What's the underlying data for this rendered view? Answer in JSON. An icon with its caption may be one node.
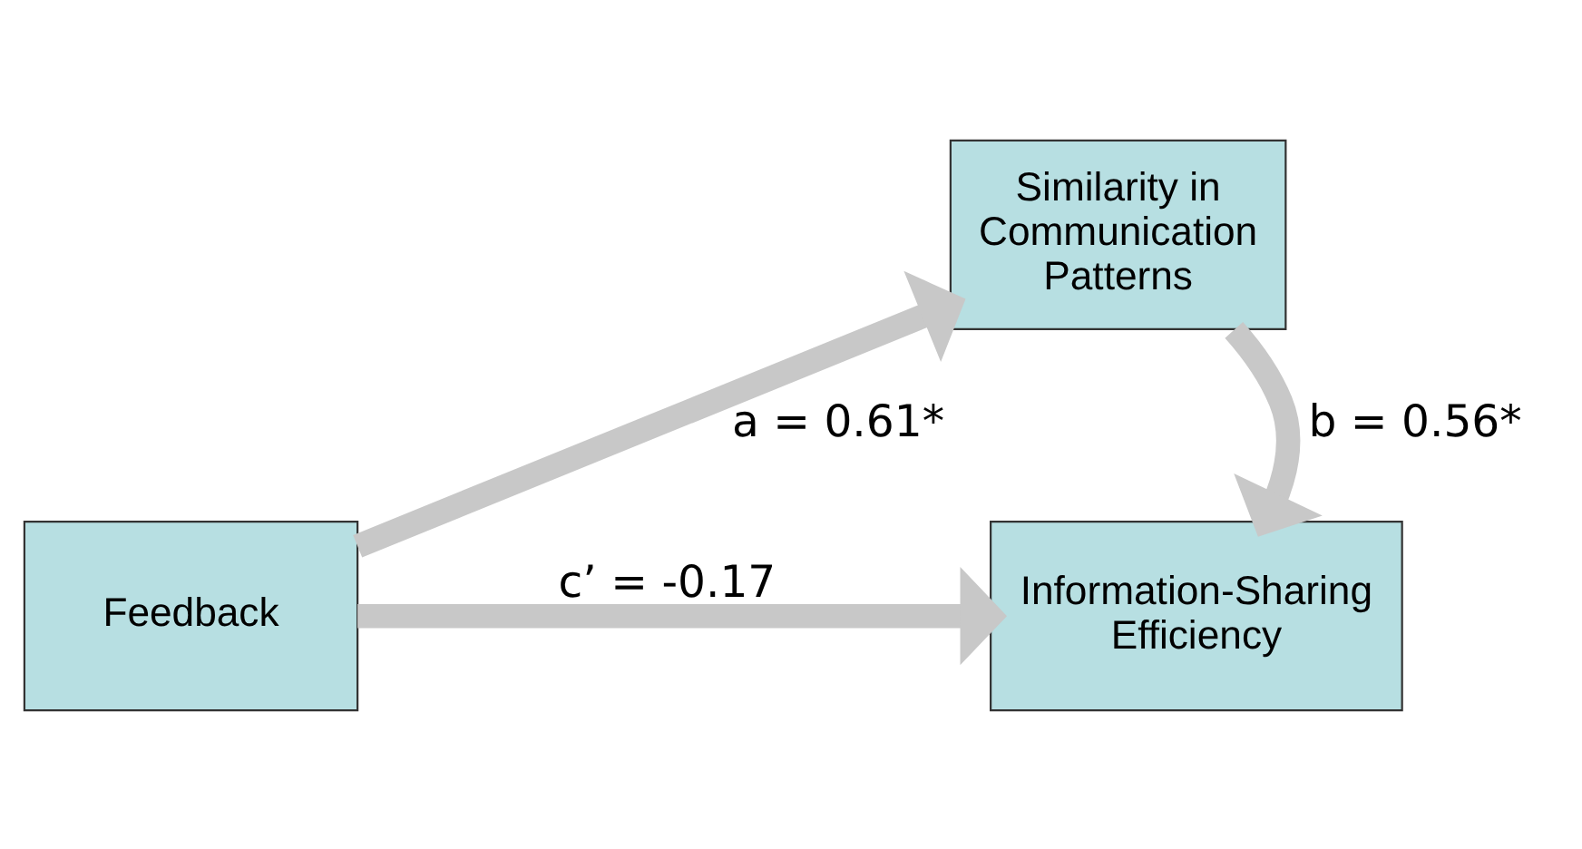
{
  "diagram": {
    "nodes": [
      {
        "text": [
          "Feedback"
        ]
      },
      {
        "text": [
          "Similarity in Communication Patterns"
        ]
      },
      {
        "text": [
          "Information-Sharing Efficiency"
        ]
      }
    ],
    "edges": [
      {
        "from": 0,
        "to": 1,
        "arrow": "to",
        "label": "a = 0.61*"
      },
      {
        "from": 1,
        "to": 2,
        "arrow": "to",
        "label": "b = 0.56*"
      },
      {
        "from": 0,
        "to": 2,
        "arrow": "to",
        "label": "c’ = -0.17"
      }
    ]
  }
}
